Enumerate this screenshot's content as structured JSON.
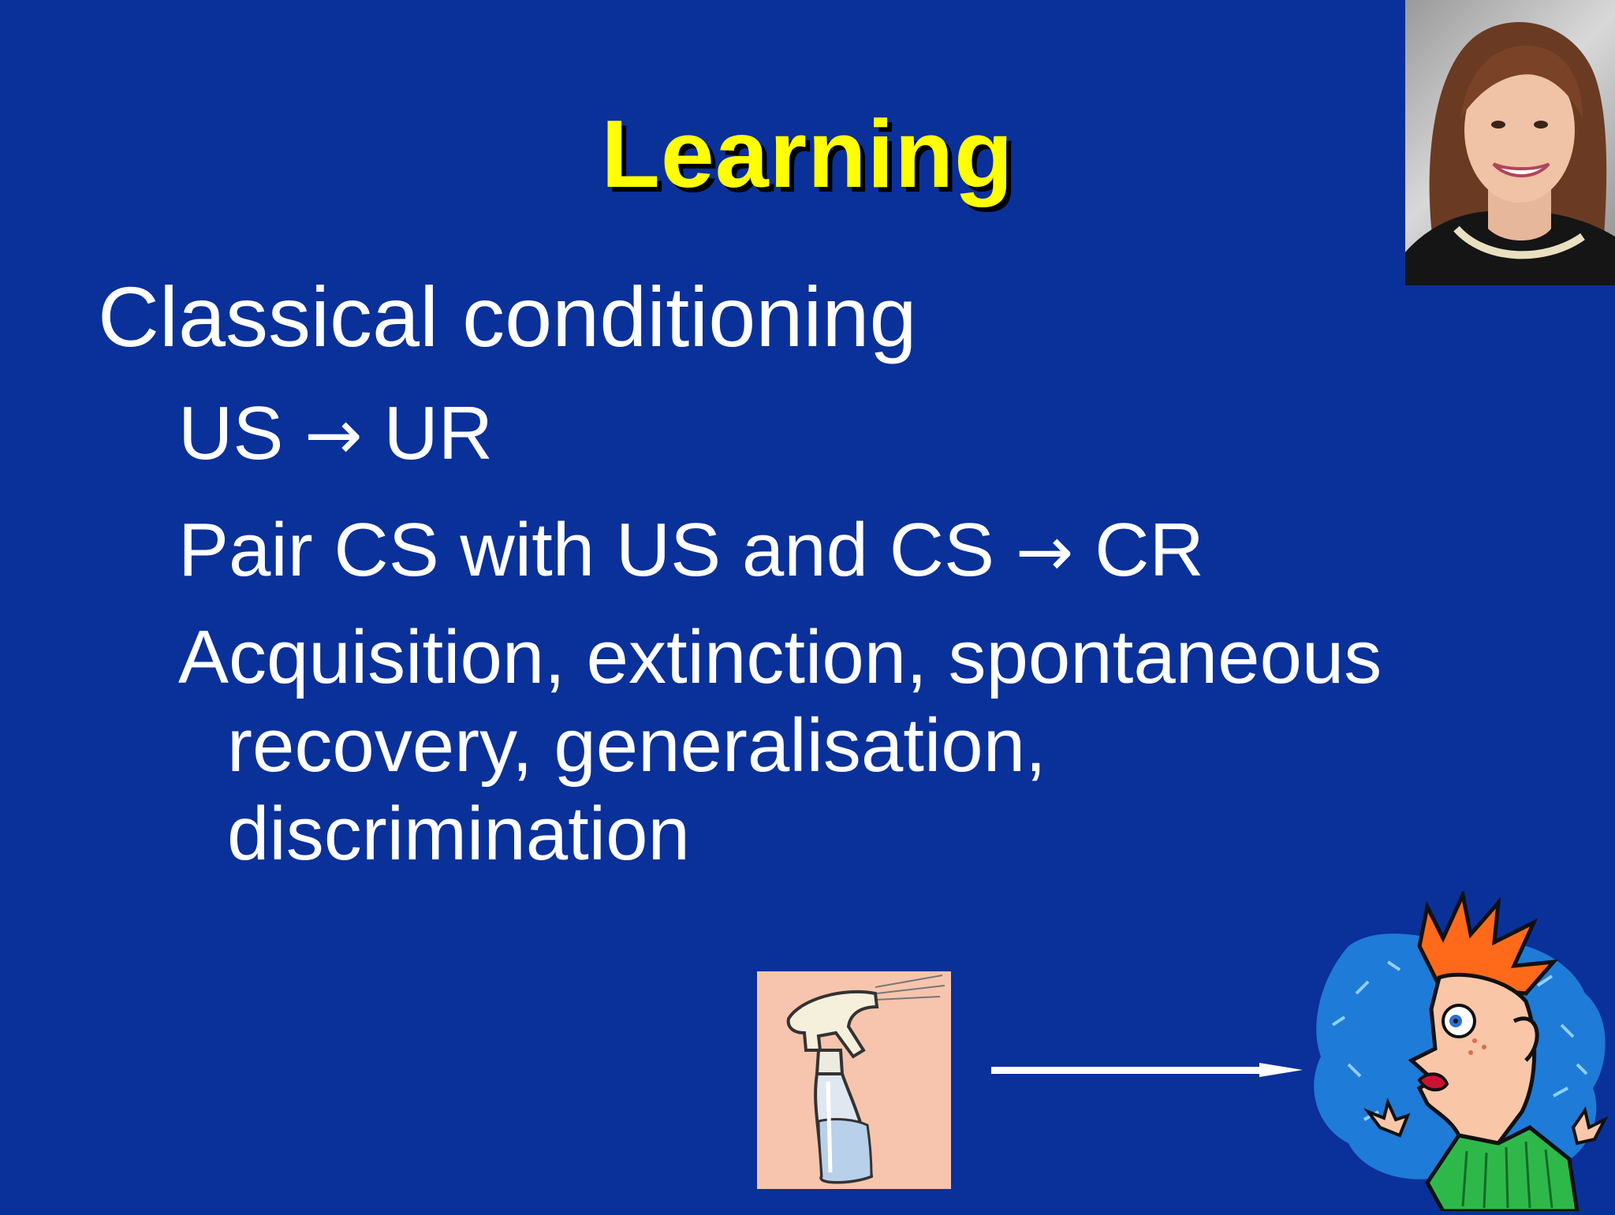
{
  "slide": {
    "title": "Learning",
    "heading": "Classical conditioning",
    "bullets": {
      "b1": {
        "left": "US",
        "arrow": "→",
        "right": "UR"
      },
      "b2": {
        "left": "Pair CS with US and CS",
        "arrow": "→",
        "right": "CR"
      },
      "b3": {
        "line1": "Acquisition, extinction, spontaneous",
        "line2": "recovery, generalisation,",
        "line3": "discrimination"
      }
    }
  },
  "images": {
    "portrait": "portrait-photo",
    "spray": "spray-bottle-clipart",
    "arrow": "right-arrow",
    "face": "startled-face-clipart"
  },
  "colors": {
    "background": "#0a309a",
    "title": "#ffff00",
    "text": "#ffffff"
  }
}
